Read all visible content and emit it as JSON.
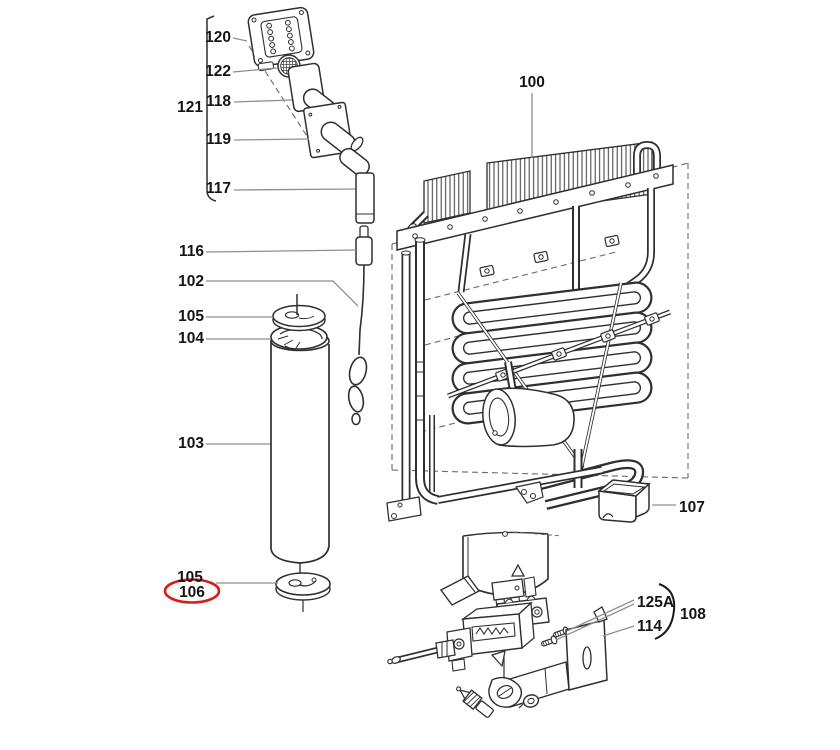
{
  "diagram": {
    "type": "exploded-parts-diagram",
    "background_color": "#ffffff",
    "line_color": "#2f2f2f",
    "leader_color": "#8f8f8f",
    "highlight_color": "#d32018",
    "highlighted_part": "106",
    "labels": {
      "p100": "100",
      "p102": "102",
      "p103": "103",
      "p104": "104",
      "p105_upper": "105",
      "p105_lower": "105",
      "p106": "106",
      "p107": "107",
      "p108": "108",
      "p114": "114",
      "p116": "116",
      "p117": "117",
      "p118": "118",
      "p119": "119",
      "p120": "120",
      "p121": "121",
      "p122": "122",
      "p125A": "125A"
    }
  }
}
